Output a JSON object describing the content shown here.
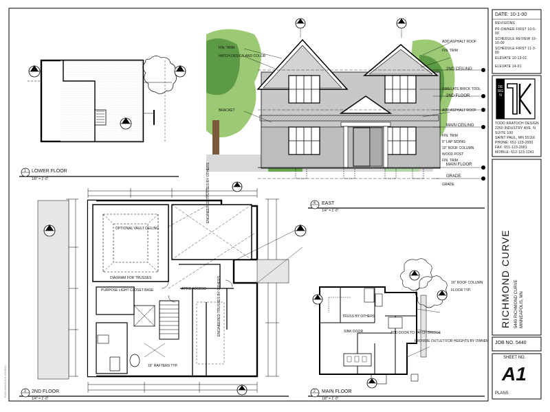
{
  "title_block": {
    "date": "DATE: 10-1-00",
    "revisions_heading": "REVISIONS",
    "revisions": [
      "PF-OWNER FIRST 10-5-00",
      "SCHEDULE REVIEW 10-10-00",
      "SCHEDULE FIRST 11-3-00",
      "ELEVATE 10-13-01",
      "ELEVATE 14-01"
    ],
    "logo_letters": "TK",
    "logo_side": "DESIGN",
    "firm_lines": [
      "TODD KRATOCH DESIGN",
      "2250 INDUSTRY AVE. N",
      "SUITE 100",
      "SAINT PAUL, MN 55116",
      "PHONE: 651-123-2000",
      "FAX: 651-123-2001",
      "MOBILE: 612-123-1241"
    ],
    "project_name": "RICHMOND CURVE",
    "project_address": [
      "5440 RICHMOND CURVE",
      "MINNEAPOLIS, MN"
    ],
    "job_no": "JOB NO. 5440",
    "sheet_no_label": "SHEET NO.",
    "sheet_no": "A1",
    "sheet_title": "PLANS"
  },
  "views": {
    "lower_floor": {
      "number": "1",
      "title": "LOWER FLOOR",
      "scale": "1/8\" = 1'-0\""
    },
    "east": {
      "number": "4",
      "title": "EAST",
      "scale": "1/4\" = 1'-0\""
    },
    "second_floor": {
      "number": "3",
      "title": "2ND FLOOR",
      "scale": "1/4\" = 1'-0\""
    },
    "main_floor": {
      "number": "2",
      "title": "MAIN FLOOR",
      "scale": "1/8\" = 1'-0\""
    }
  },
  "elevation_notes": [
    "FIN. TRIM",
    "ADD ASPHALT ROOF",
    "FIN. TRIM",
    "HATCH DESIGN AND COLOR",
    "2ND CEILING",
    "SIMULATE BRICK TOOL",
    "BRACKET",
    "ADD ASPHALT ROOF",
    "2ND FLOOR",
    "MAIN CEILING",
    "FIN. TRIM",
    "6\" LAP SIDING",
    "10\" ROOF COLUMN",
    "WOOD POST",
    "FIN. TRIM",
    "MAIN FLOOR",
    "GRADE",
    "GRADE"
  ],
  "plan_notes": [
    "OPTIONAL VAULT CEILING",
    "DIAGRAM FOR TRUSSES",
    "ENGINEERED TRUSSES BY OTHERS",
    "ENGINEERED TRUSSES BY OTHERS",
    "ATTIC ACCESS",
    "PURPOSE LIGHT CLOSET BASE",
    "TRUSS BY OTHERS",
    "SINK DOOR",
    "ADD DOOR TO PATCH BRIDGE",
    "PROVIDE OUTLET FOR HEIGHTS BY OWNER",
    "10\" ROOF COLUMN",
    "FLOOR TYP.",
    "16\" RAFTERS TYP."
  ],
  "margin_text": "TODD KRATOCH DESIGN"
}
